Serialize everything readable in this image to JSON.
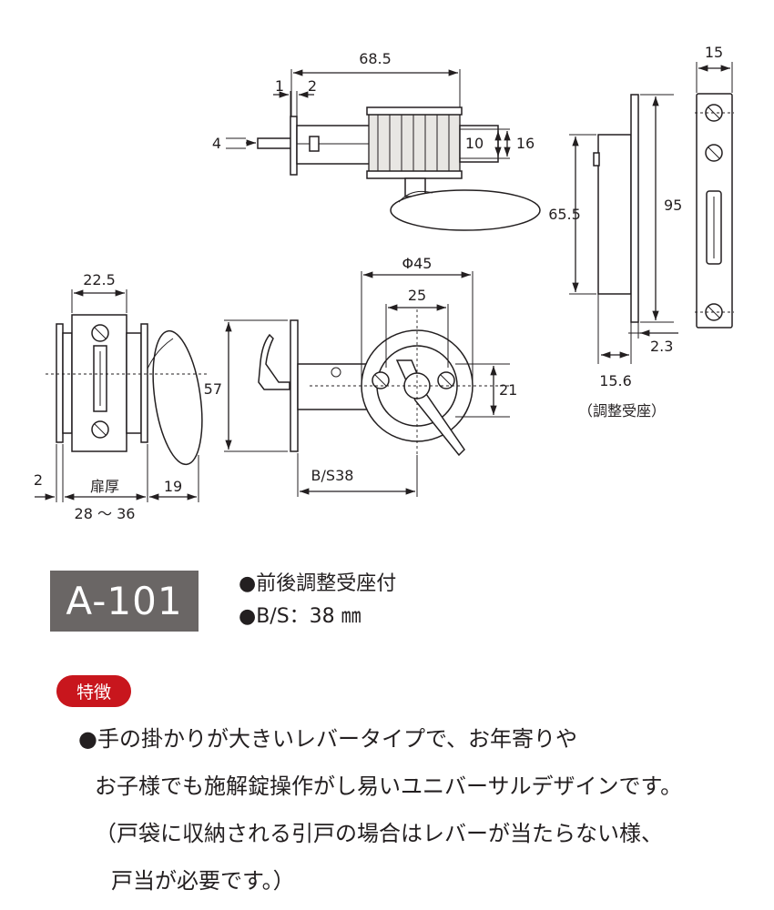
{
  "drawing": {
    "dims": {
      "d68_5": "68.5",
      "d1": "1",
      "d2_top": "2",
      "d4": "4",
      "d10": "10",
      "d16": "16",
      "d15": "15",
      "d65_5": "65.5",
      "d95": "95",
      "d2_3": "2.3",
      "d15_6": "15.6",
      "receiver_label": "（調整受座）",
      "d22_5": "22.5",
      "d2_left": "2",
      "door_thickness": "扉厚",
      "d28_36": "28 ～ 36",
      "d19": "19",
      "phi45": "Φ45",
      "d25": "25",
      "d57": "57",
      "d21": "21",
      "backset": "B/S38"
    }
  },
  "model": {
    "code": "A-101"
  },
  "specs": [
    "●前後調整受座付",
    "●B/S：38 ㎜"
  ],
  "features": {
    "badge": "特徴",
    "lines": [
      "●手の掛かりが大きいレバータイプで、お年寄りや",
      "お子様でも施解錠操作がし易いユニバーサルデザインです。",
      "（戸袋に収納される引戸の場合はレバーが当たらない様、",
      "戸当が必要です。）"
    ]
  }
}
